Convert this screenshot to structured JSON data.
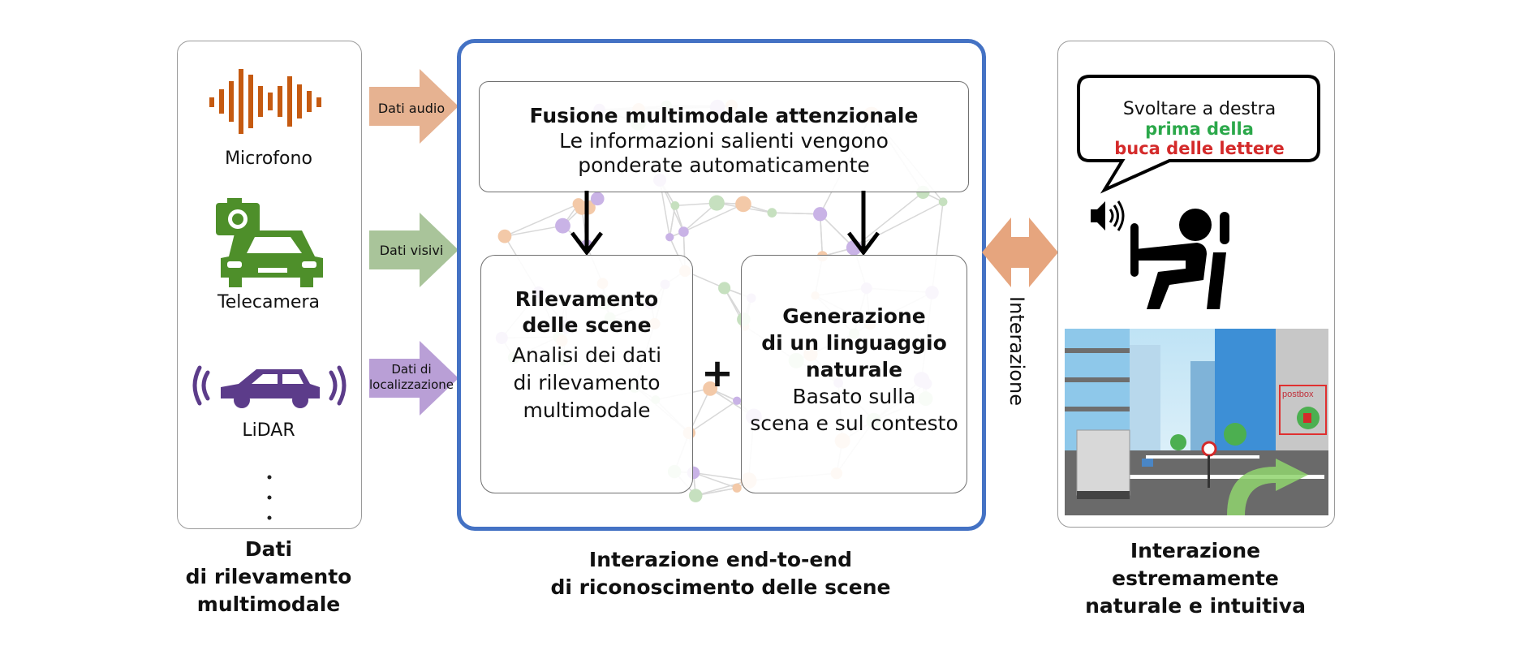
{
  "sensors": {
    "items": [
      {
        "icon": "sound-wave-icon",
        "label": "Microfono",
        "color": "#c55a11"
      },
      {
        "icon": "camera-car-icon",
        "label": "Telecamera",
        "color": "#4e8f2a"
      },
      {
        "icon": "lidar-car-icon",
        "label": "LiDAR",
        "color": "#5c3c8a"
      }
    ],
    "more": "⋮",
    "caption": [
      "Dati",
      "di rilevamento",
      "multimodale"
    ]
  },
  "flows": [
    {
      "label": [
        "Dati audio"
      ],
      "color": "#e6b291"
    },
    {
      "label": [
        "Dati visivi"
      ],
      "color": "#a9c49a"
    },
    {
      "label": [
        "Dati di",
        "localizzazione"
      ],
      "color": "#b99fd6"
    }
  ],
  "pipeline": {
    "border_color": "#4472c4",
    "fusion": {
      "title": "Fusione multimodale attenzionale",
      "desc": [
        "Le informazioni salienti vengono",
        "ponderate automaticamente"
      ]
    },
    "scene": {
      "title": [
        "Rilevamento",
        "delle scene"
      ],
      "desc": [
        "Analisi dei dati",
        "di rilevamento",
        "multimodale"
      ]
    },
    "plus": "+",
    "generation": {
      "title": [
        "Generazione",
        "di un linguaggio",
        "naturale"
      ],
      "desc": [
        "Basato sulla",
        "scena e sul contesto"
      ]
    },
    "caption": [
      "Interazione end-to-end",
      "di riconoscimento delle scene"
    ]
  },
  "interaction": {
    "label": "Interazione",
    "color": "#e6a57e"
  },
  "output": {
    "speech": {
      "line1": "Svoltare a destra",
      "line2": "prima della",
      "line3": "buca delle lettere",
      "line2_color": "#2ba84a",
      "line3_color": "#d42a2a"
    },
    "scene_tag": "postbox",
    "caption": [
      "Interazione",
      "estremamente",
      "naturale e intuitiva"
    ]
  }
}
